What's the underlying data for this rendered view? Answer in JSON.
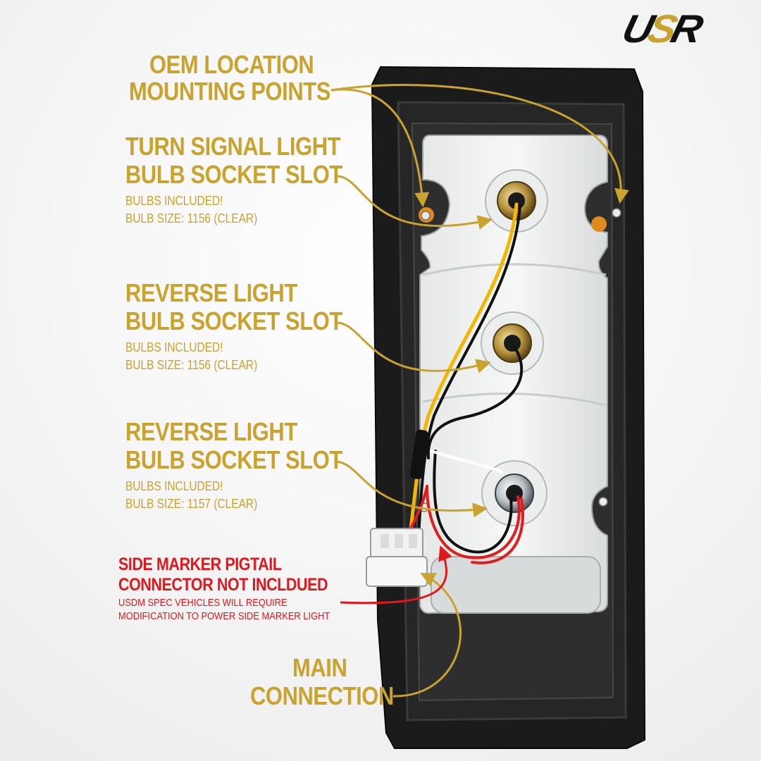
{
  "brand": {
    "logo": {
      "part1": "U",
      "part2": "S",
      "part3": "R"
    },
    "colors": {
      "gold": "#c9a32e",
      "red": "#e3161b",
      "dark": "#111111"
    }
  },
  "callouts": {
    "mounting": {
      "title_line1": "OEM LOCATION",
      "title_line2": "MOUNTING POINTS"
    },
    "turn_signal": {
      "title_line1": "TURN SIGNAL LIGHT",
      "title_line2": "BULB SOCKET SLOT",
      "note1": "BULBS INCLUDED!",
      "note2": "BULB SIZE: 1156 (CLEAR)"
    },
    "reverse_upper": {
      "title_line1": "REVERSE LIGHT",
      "title_line2": "BULB SOCKET SLOT",
      "note1": "BULBS INCLUDED!",
      "note2": "BULB SIZE: 1156 (CLEAR)"
    },
    "reverse_lower": {
      "title_line1": "REVERSE LIGHT",
      "title_line2": "BULB SOCKET SLOT",
      "note1": "BULBS INCLUDED!",
      "note2": "BULB SIZE: 1157 (CLEAR)"
    },
    "side_marker": {
      "title_line1": "SIDE MARKER PIGTAIL",
      "title_line2": "CONNECTOR NOT INCLDUED",
      "note1": "USDM SPEC VEHICLES WILL REQUIRE",
      "note2": "MODIFICATION TO POWER SIDE MARKER LIGHT"
    },
    "main": {
      "title_line1": "MAIN",
      "title_line2": "CONNECTION"
    }
  }
}
